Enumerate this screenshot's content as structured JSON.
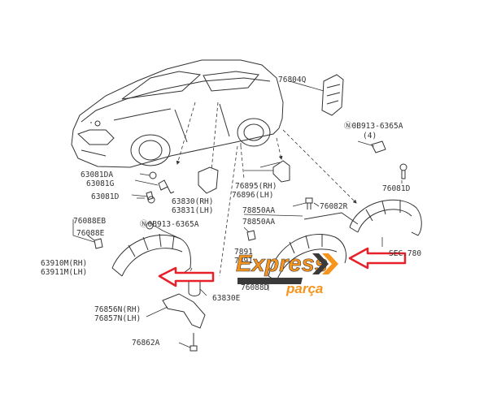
{
  "diagram": {
    "labels": {
      "p76804Q": "76804Q",
      "p08913_a": "Ⓝ0B913-6365A",
      "p08913_a_qty": "(4)",
      "p76081D_r": "76081D",
      "p63081DA": "63081DA",
      "p63081G": "63081G",
      "p63081D": "63081D",
      "p63830rh": "63830(RH)",
      "p63831lh": "63831(LH)",
      "p08913_b": "Ⓝ0B913-6365A",
      "p76895rh": "76895(RH)",
      "p76896lh": "76896(LH)",
      "p76082R": "76082R",
      "p78850A_1": "78850AA",
      "p78850A_2": "78850AA",
      "p7891_1": "7891",
      "p7891_2": "7891",
      "p76088EB": "76088EB",
      "p76088E": "76088E",
      "p63910rh": "63910M(RH)",
      "p63911lh": "63911M(LH)",
      "p76088D": "76088D",
      "p63830E": "63830E",
      "p76856rh": "76856N(RH)",
      "p76857lh": "76857N(LH)",
      "p76862A": "76862A",
      "sec780": "SEC.780"
    },
    "colors": {
      "line": "#333333",
      "arrow": "#e8202a",
      "brand_orange": "#f7941d",
      "brand_dark": "#3a3a3a"
    }
  },
  "watermark": {
    "brand": "Express",
    "sub": "parça",
    "icon": "double-chevron-icon"
  }
}
